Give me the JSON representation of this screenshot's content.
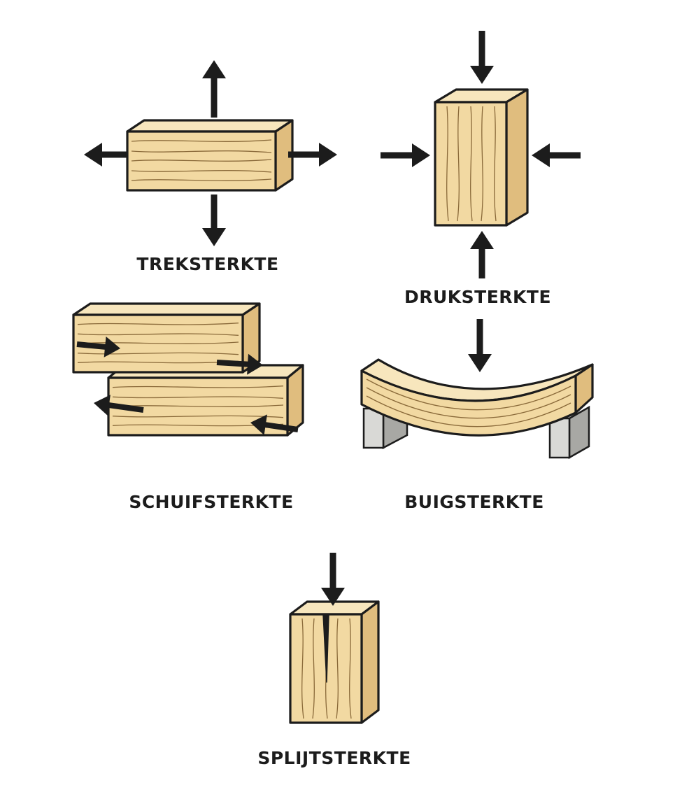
{
  "colors": {
    "wood_front": "#f2d9a2",
    "wood_top": "#f7e6bd",
    "wood_side": "#e0bd7e",
    "outline": "#1c1c1c",
    "grain": "#8a6a3a",
    "arrow": "#1c1c1c",
    "support_front": "#d9d9d6",
    "support_side": "#a8a8a4"
  },
  "diagrams": [
    {
      "key": "trek",
      "label": "TREKSTERKTE"
    },
    {
      "key": "druk",
      "label": "DRUKSTERKTE"
    },
    {
      "key": "schuif",
      "label": "SCHUIFSTERKTE"
    },
    {
      "key": "buig",
      "label": "BUIGSTERKTE"
    },
    {
      "key": "splijt",
      "label": "SPLIJTSTERKTE"
    }
  ]
}
